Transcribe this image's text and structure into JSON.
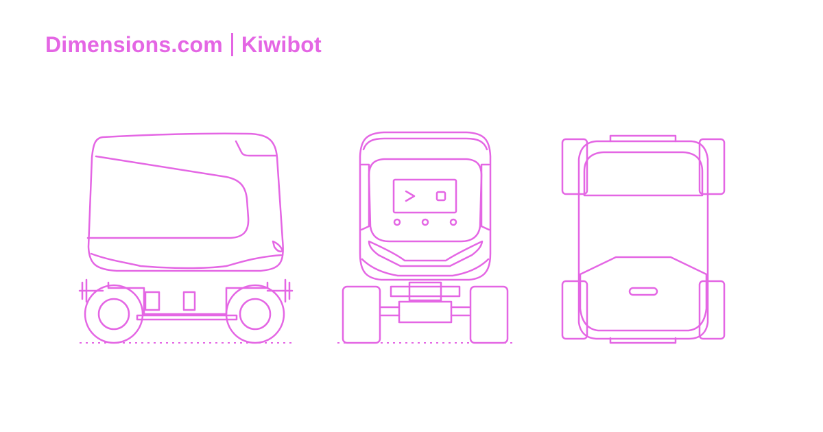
{
  "header": {
    "brand": "Dimensions.com",
    "subject": "Kiwibot"
  },
  "colors": {
    "accent": "#e466e4"
  },
  "views": [
    {
      "name": "side-view"
    },
    {
      "name": "front-view"
    },
    {
      "name": "top-view"
    }
  ]
}
